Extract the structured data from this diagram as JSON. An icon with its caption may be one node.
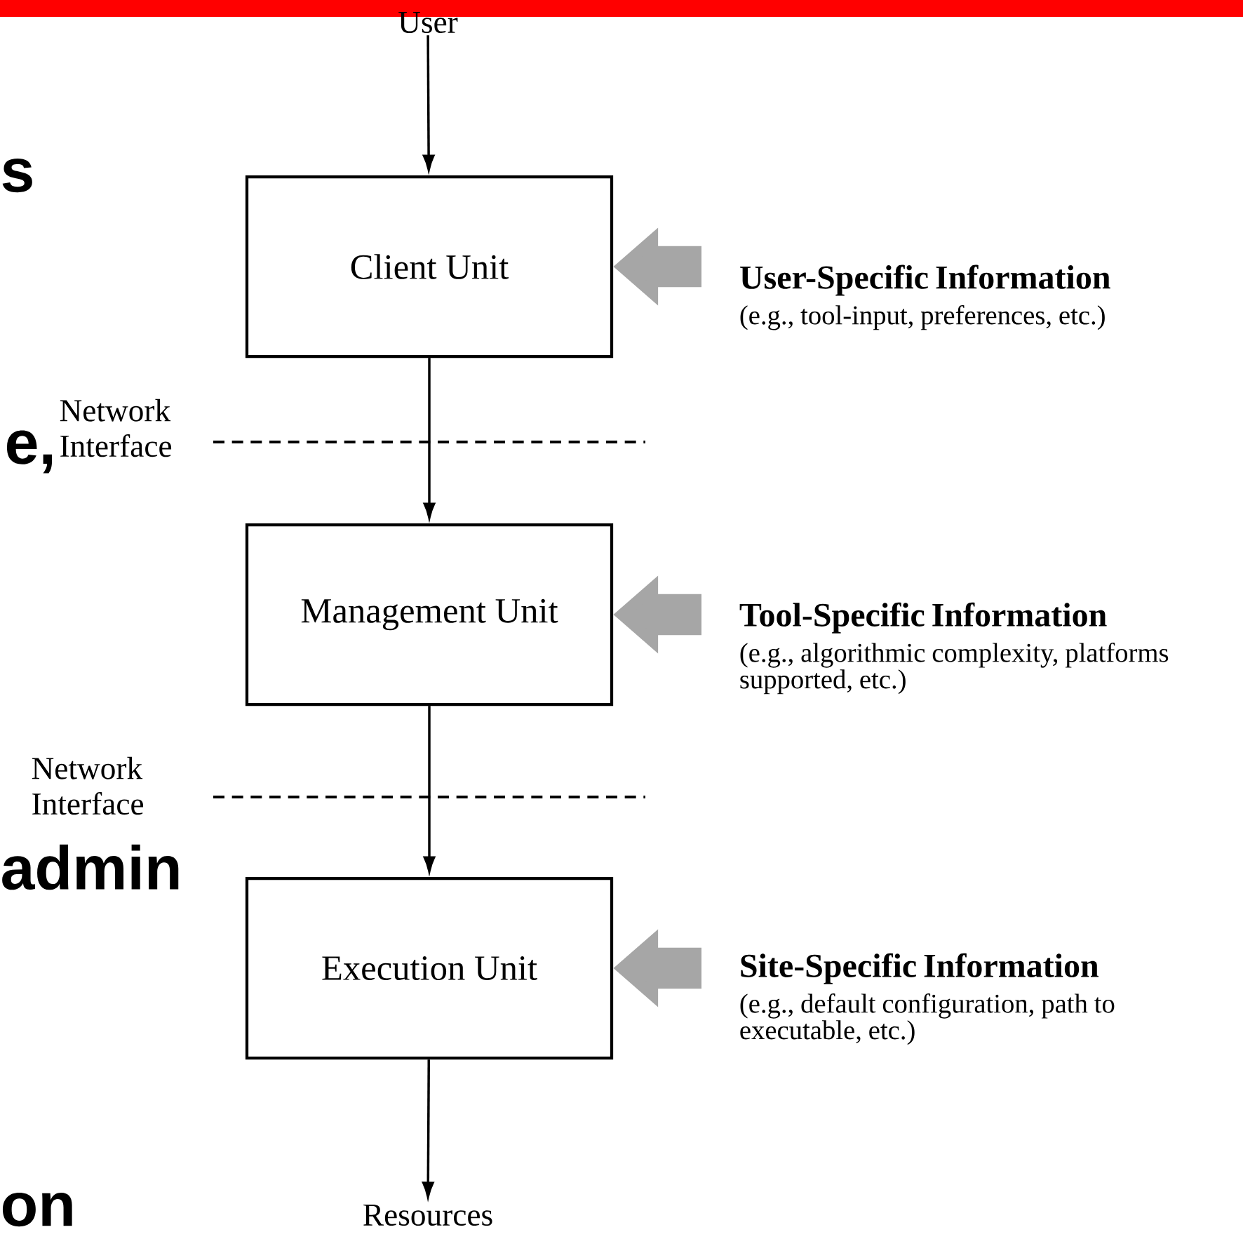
{
  "diagram": {
    "nodes": [
      {
        "text": [
          "User"
        ]
      },
      {
        "text": [
          "Client Unit"
        ]
      },
      {
        "text": [
          "Management Unit"
        ]
      },
      {
        "text": [
          "Execution Unit"
        ]
      },
      {
        "text": [
          "Resources"
        ]
      },
      {
        "text": [
          "User-Specific Information",
          "(e.g., tool-input, preferences, etc.)"
        ]
      },
      {
        "text": [
          "Tool-Specific Information",
          "(e.g., algorithmic complexity, platforms supported, etc.)"
        ]
      },
      {
        "text": [
          "Site-Specific Information",
          "(e.g., default configuration, path to executable, etc.)"
        ]
      }
    ],
    "edges": [
      {
        "from": 0,
        "to": 1,
        "arrow": "to"
      },
      {
        "from": 1,
        "to": 2,
        "arrow": "to"
      },
      {
        "from": 2,
        "to": 3,
        "arrow": "to"
      },
      {
        "from": 3,
        "to": 4,
        "arrow": "to"
      },
      {
        "from": 5,
        "to": 1,
        "arrow": "to",
        "style": "thick",
        "color": "#a6a6a6"
      },
      {
        "from": 6,
        "to": 2,
        "arrow": "to",
        "style": "thick",
        "color": "#a6a6a6"
      },
      {
        "from": 7,
        "to": 3,
        "arrow": "to",
        "style": "thick",
        "color": "#a6a6a6"
      }
    ],
    "labels": [
      "s",
      "Network Interface",
      "e,",
      "Network Interface",
      "admin",
      "on"
    ]
  }
}
